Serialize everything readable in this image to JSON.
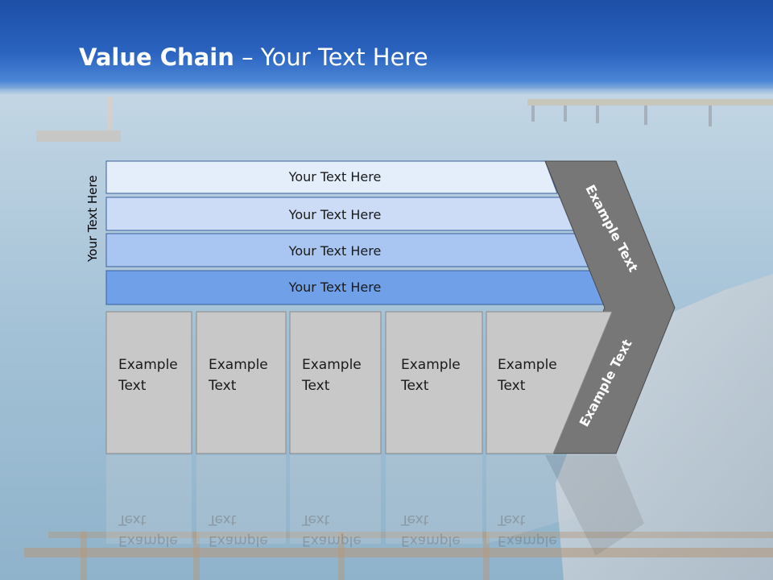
{
  "title": {
    "bold": "Value Chain",
    "rest": " – Your Text Here"
  },
  "side_label": "Your Text Here",
  "bars": [
    {
      "label": "Your Text Here",
      "color": "#e4eefb"
    },
    {
      "label": "Your Text Here",
      "color": "#ccdcf7"
    },
    {
      "label": "Your Text Here",
      "color": "#a9c6f2"
    },
    {
      "label": "Your Text Here",
      "color": "#6fa0e8"
    }
  ],
  "activities": [
    {
      "label": "Example\nText"
    },
    {
      "label": "Example\nText"
    },
    {
      "label": "Example\nText"
    },
    {
      "label": "Example\nText"
    },
    {
      "label": "Example\nText"
    }
  ],
  "margin_labels": [
    "Example Text",
    "Example Text"
  ],
  "colors": {
    "activity_fill": "#c8c8c8",
    "margin_fill": "#777777",
    "title_band": "#2a63bf"
  }
}
